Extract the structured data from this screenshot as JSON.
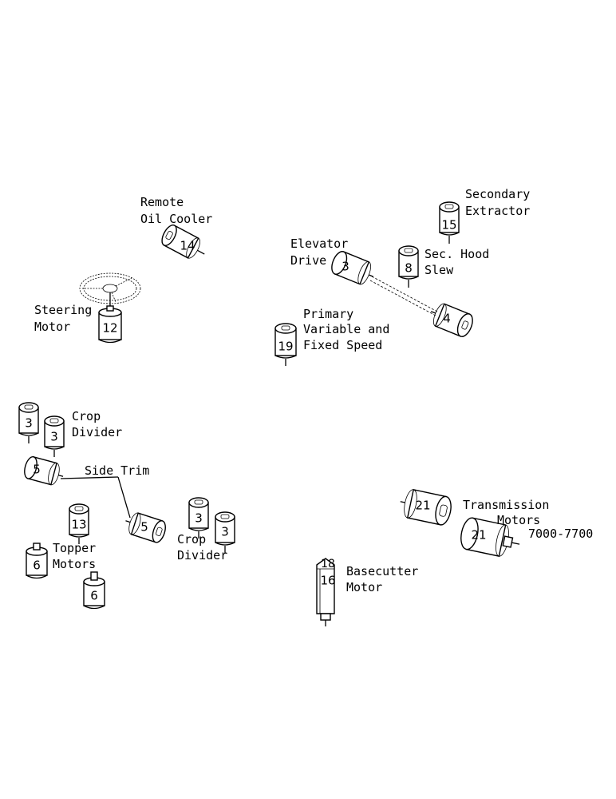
{
  "labels": {
    "remote_oil_cooler": [
      "Remote",
      "Oil Cooler"
    ],
    "steering_motor": [
      "Steering",
      "Motor"
    ],
    "elevator_drive": [
      "Elevator",
      "Drive"
    ],
    "secondary_extractor": [
      "Secondary",
      "Extractor"
    ],
    "sec_hood_slew": [
      "Sec. Hood",
      "Slew"
    ],
    "primary_variable": [
      "Primary",
      "Variable and",
      "Fixed Speed"
    ],
    "crop_divider_left": [
      "Crop",
      "Divider"
    ],
    "side_trim": "Side Trim",
    "crop_divider_right": [
      "Crop",
      "Divider"
    ],
    "topper_motors": [
      "Topper",
      "Motors"
    ],
    "transmission_motors": [
      "Transmission",
      "Motors"
    ],
    "model_range": "7000-7700",
    "basecutter_motor": [
      "Basecutter",
      "Motor"
    ]
  },
  "numbers": {
    "oil_cooler": "14",
    "steering": "12",
    "elevator_a": "3",
    "elevator_b": "4",
    "secondary_extractor": "15",
    "sec_hood": "8",
    "primary": "19",
    "crop_l1": "3",
    "crop_l2": "3",
    "side_trim_l": "5",
    "side_trim_r": "5",
    "crop_r1": "3",
    "crop_r2": "3",
    "topper_13": "13",
    "topper_6a": "6",
    "topper_6b": "6",
    "transmission_a": "21",
    "transmission_b": "21",
    "basecutter_top": "18",
    "basecutter_bottom": "16"
  }
}
